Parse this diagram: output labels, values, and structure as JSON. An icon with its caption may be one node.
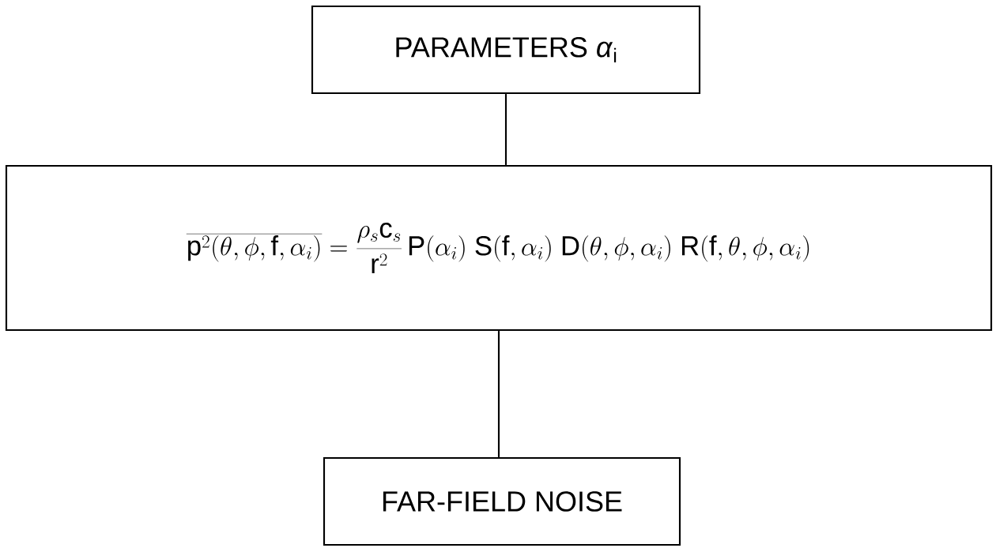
{
  "diagram": {
    "nodes": [
      {
        "text": [
          "PARAMETERS *α*$_{i}$"
        ]
      },
      {
        "text": [
          "\\overline{\\mathsf{p}^2(\\theta,\\phi,\\mathsf{f},\\alpha_i)} = \\frac{\\rho_s \\mathsf{c}_s}{\\mathsf{r}^2}\\, \\mathsf{P}(\\alpha_i)\\; \\mathsf{S}(\\mathsf{f},\\alpha_i)\\; \\mathsf{D}(\\theta,\\phi,\\alpha_i)\\; \\mathsf{R}(\\mathsf{f},\\theta,\\phi,\\alpha_i)"
        ]
      },
      {
        "text": [
          "FAR-FIELD NOISE"
        ]
      }
    ],
    "edges": [
      {
        "from": 0,
        "to": 1,
        "arrow": "none"
      },
      {
        "from": 1,
        "to": 2,
        "arrow": "none"
      }
    ]
  }
}
